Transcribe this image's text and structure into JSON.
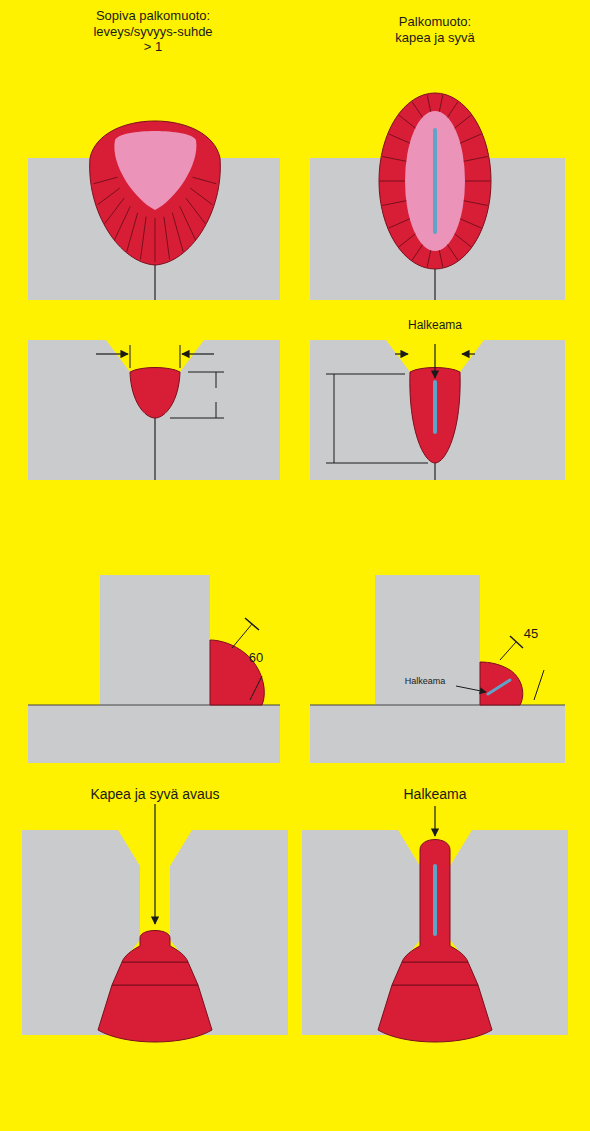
{
  "diagram": {
    "labels": [
      "Sopiva palkomuoto: leveys/syvyys-suhde > 1",
      "Palkomuoto: kapea ja syvä",
      "Halkeama",
      "60",
      "Halkeama",
      "45",
      "Kapea ja syvä avaus",
      "Halkeama"
    ]
  }
}
